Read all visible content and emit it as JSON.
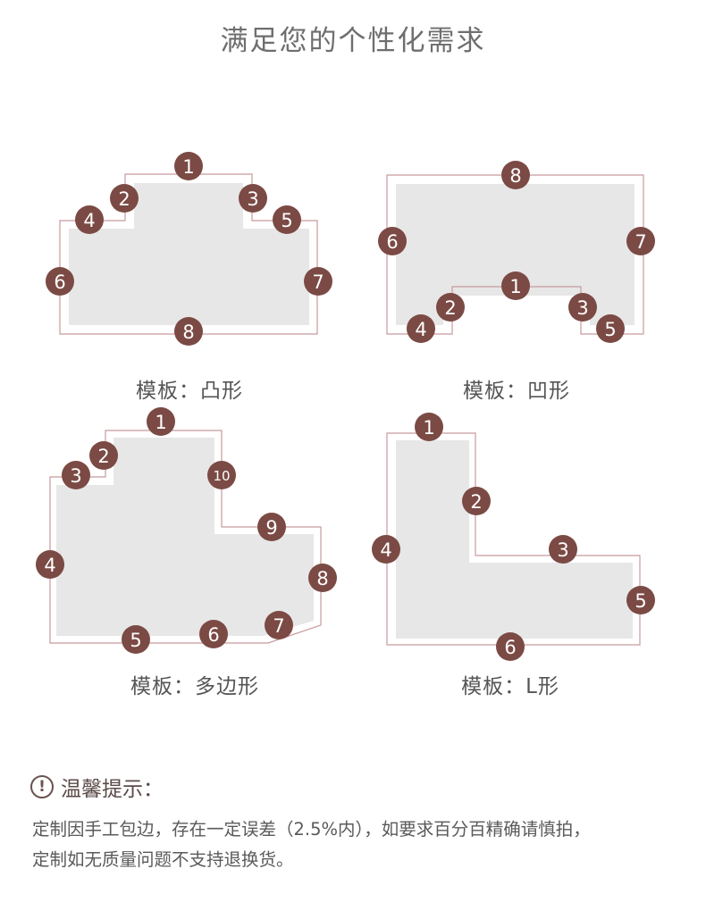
{
  "title": "满足您的个性化需求",
  "templates": [
    {
      "caption": "模板：凸形",
      "markers": [
        "1",
        "2",
        "3",
        "4",
        "5",
        "6",
        "7",
        "8"
      ]
    },
    {
      "caption": "模板：凹形",
      "markers": [
        "1",
        "2",
        "3",
        "4",
        "5",
        "6",
        "7",
        "8"
      ]
    },
    {
      "caption": "模板：多边形",
      "markers": [
        "1",
        "2",
        "3",
        "4",
        "5",
        "6",
        "7",
        "8",
        "9",
        "10"
      ]
    },
    {
      "caption": "模板：L形",
      "markers": [
        "1",
        "2",
        "3",
        "4",
        "5",
        "6"
      ]
    }
  ],
  "tips": {
    "icon": "exclamation-circle-icon",
    "heading": "温馨提示：",
    "lines": [
      "定制因手工包边，存在一定误差（2.5%内），如要求百分百精确请慎拍，",
      "定制如无质量问题不支持退换货。"
    ]
  },
  "colors": {
    "badge": "#7b4a44",
    "shape_fill": "#e7e7e7",
    "outline": "#c79a9e"
  }
}
